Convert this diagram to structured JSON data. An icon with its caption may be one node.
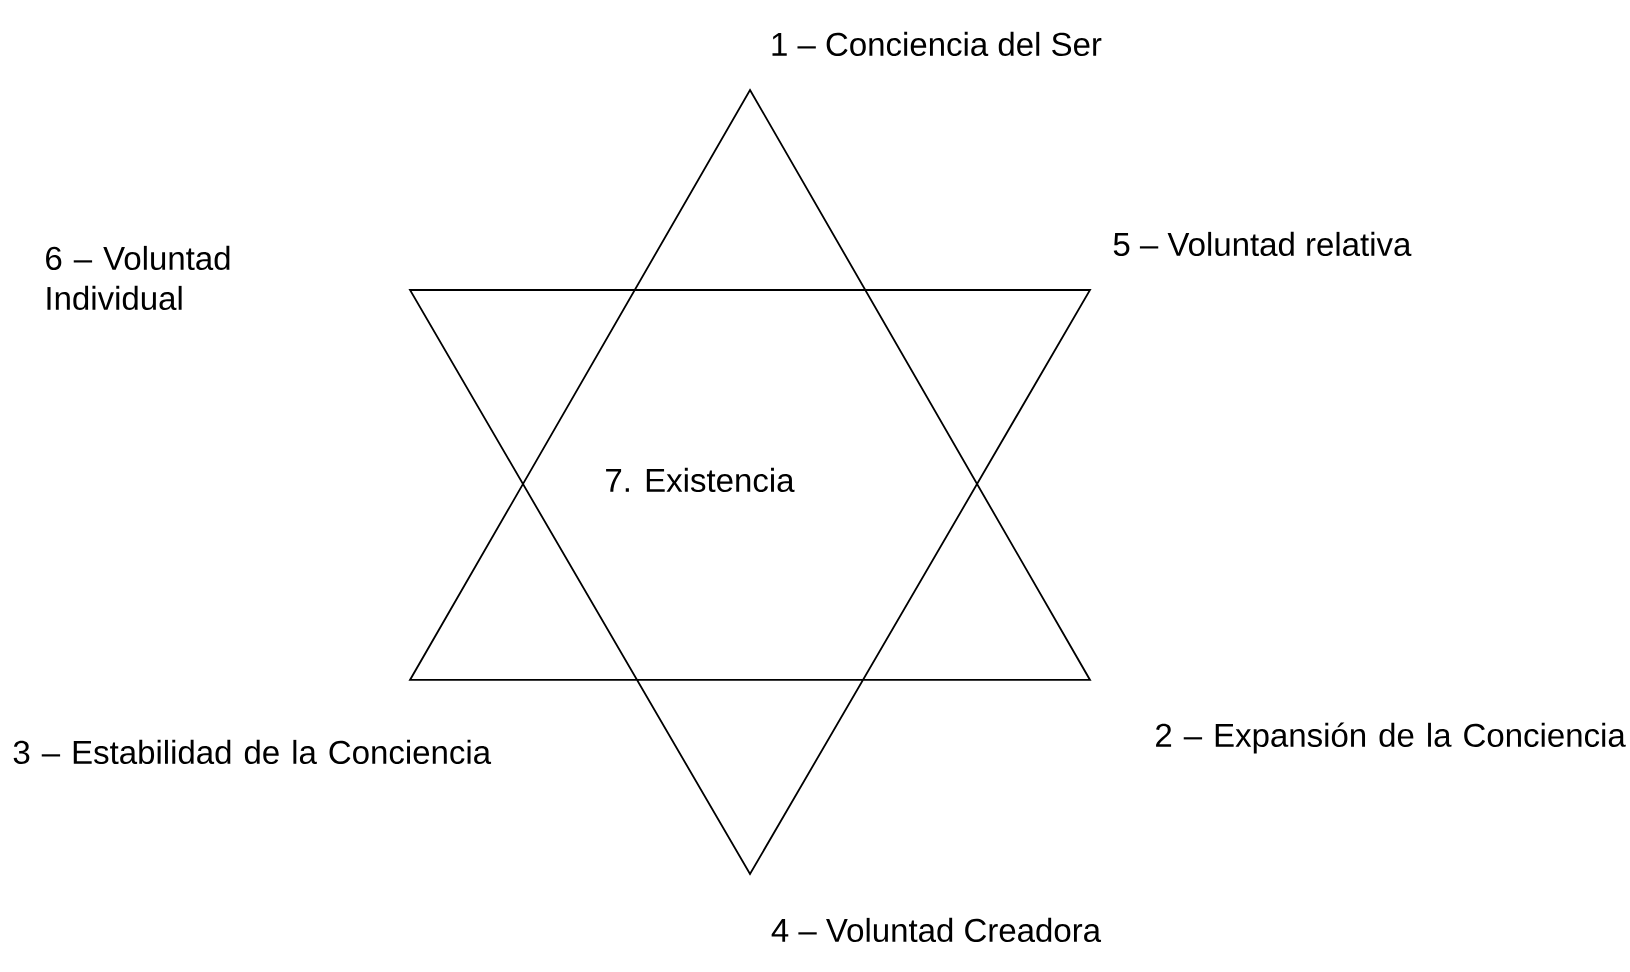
{
  "diagram": {
    "labels": [
      "1 – Conciencia del Ser",
      "6 – Voluntad Individual",
      "5 – Voluntad relativa",
      "7. Existencia",
      "3 – Estabilidad de la Conciencia",
      "2 – Expansión de la Conciencia",
      "4 – Voluntad Creadora"
    ]
  }
}
